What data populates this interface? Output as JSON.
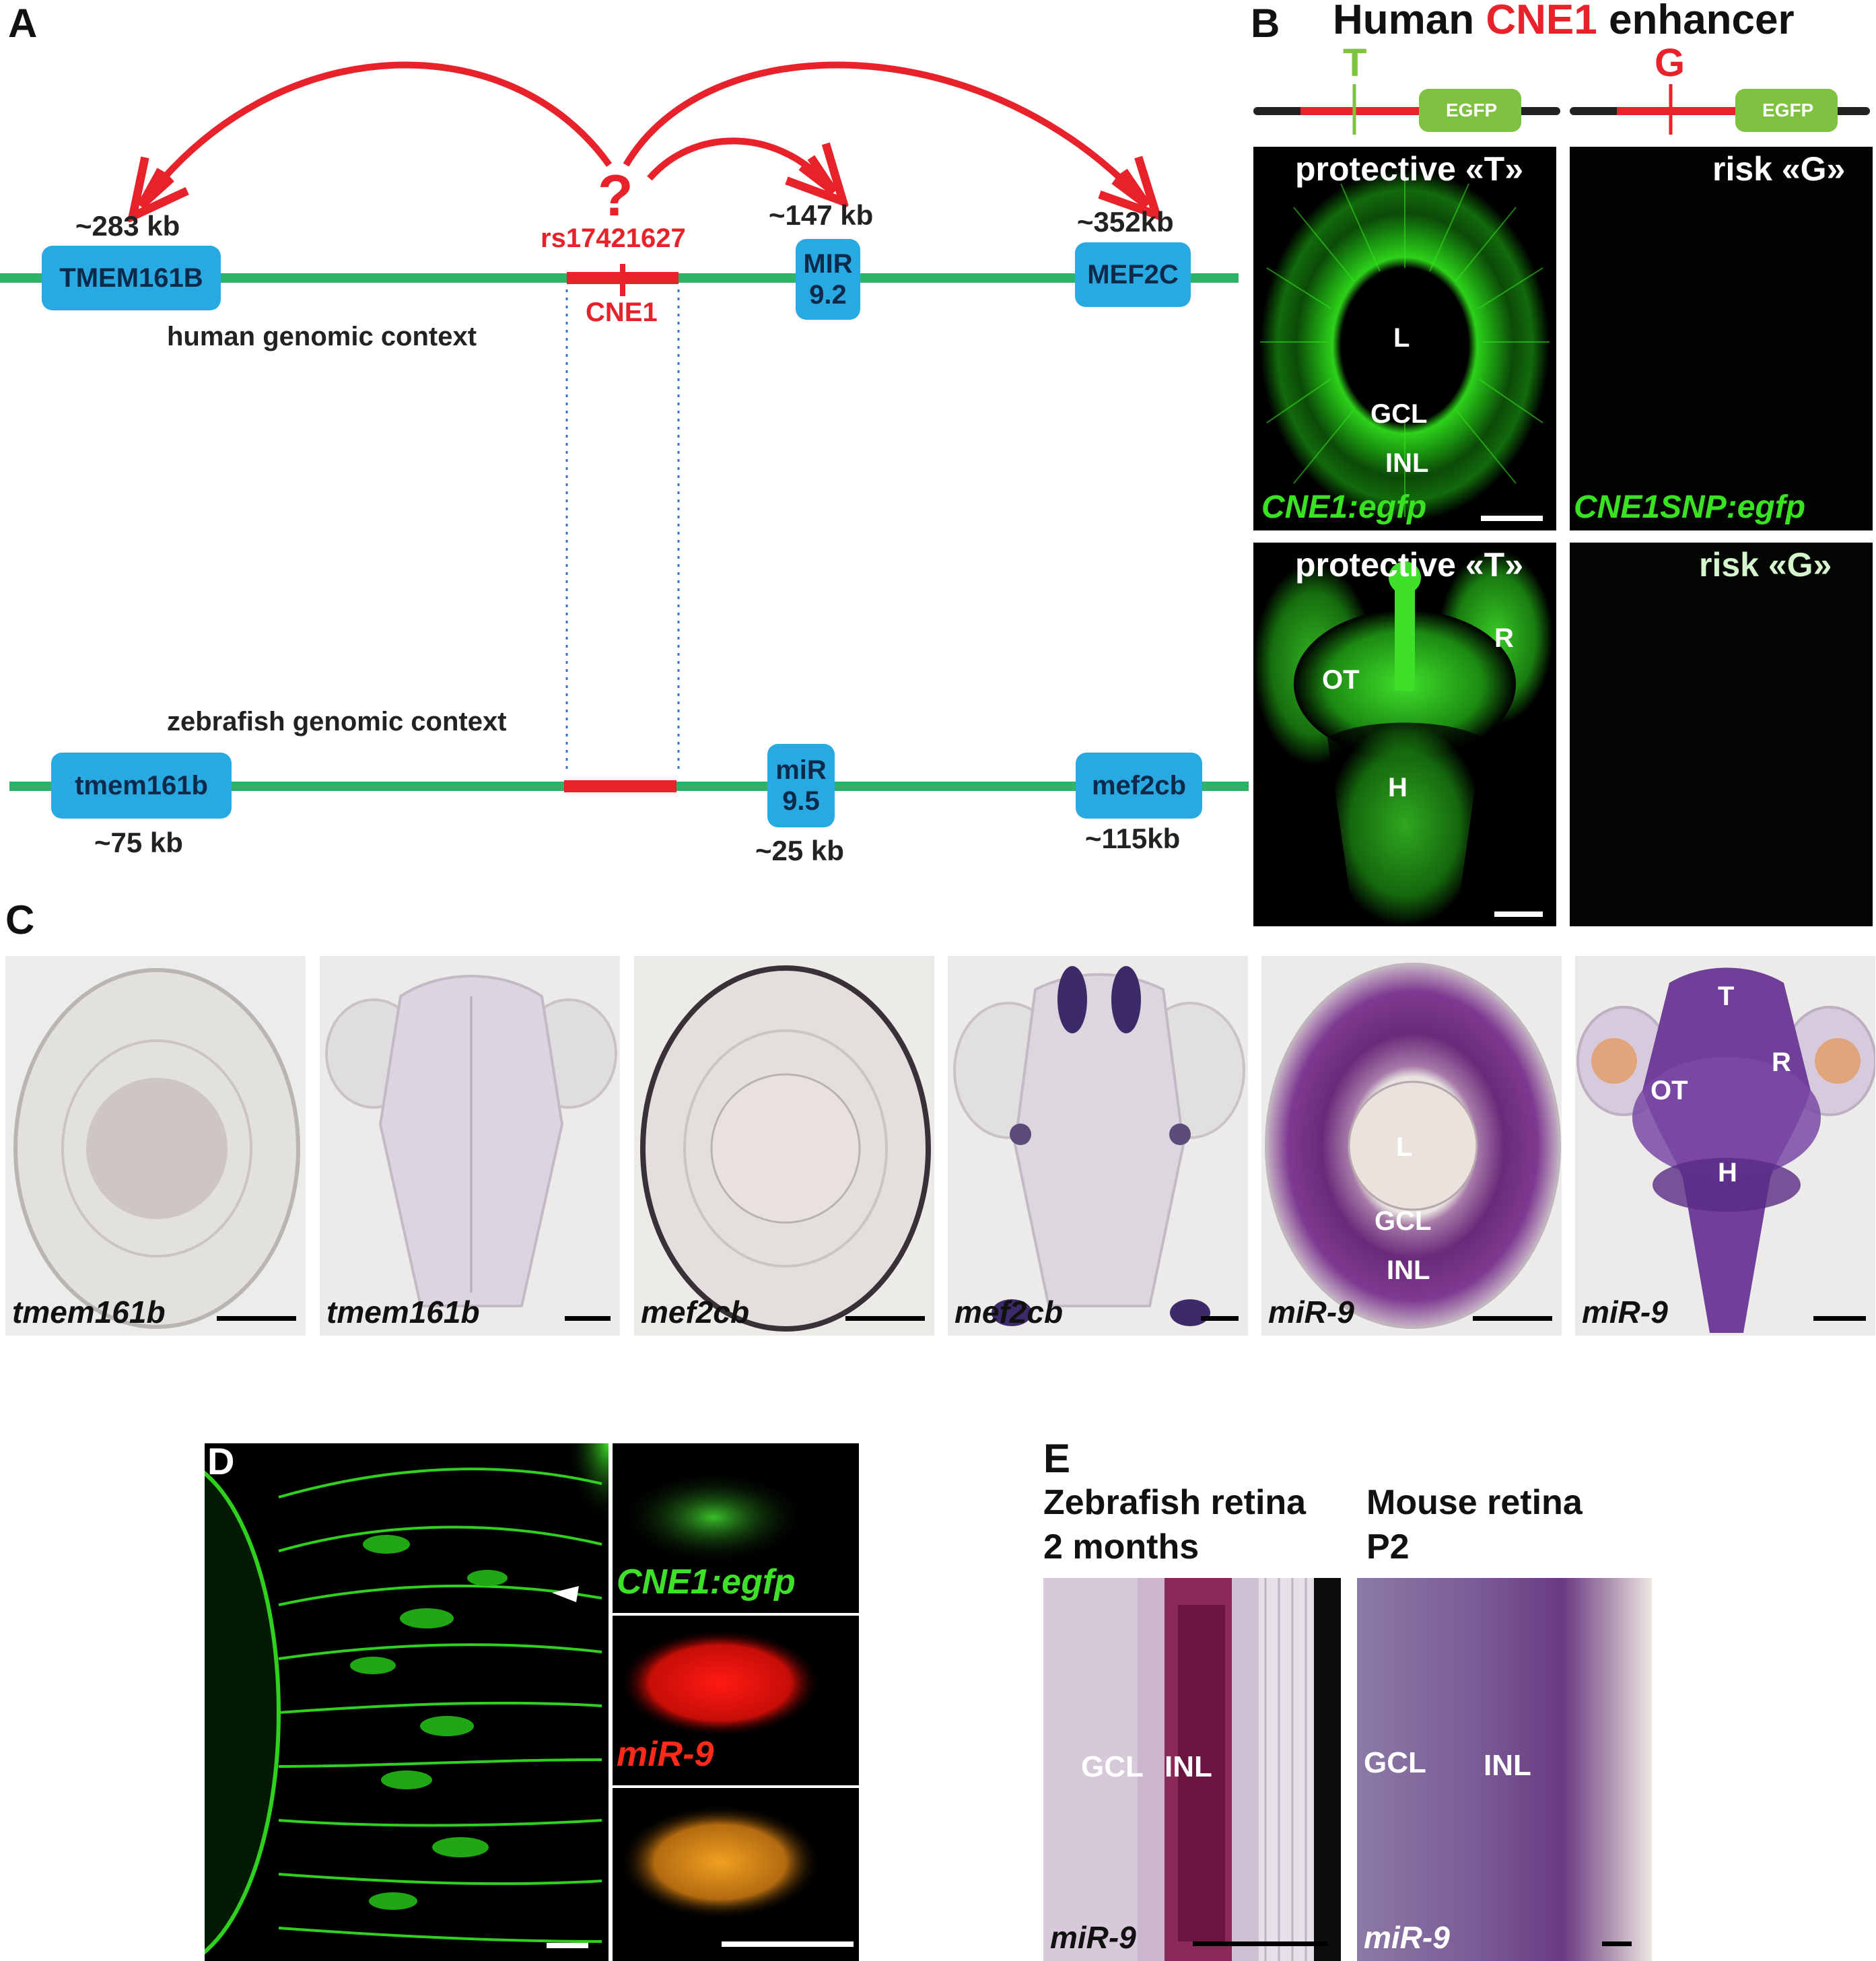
{
  "panelA": {
    "letter": "A",
    "human_context_label": "human genomic context",
    "zebrafish_context_label": "zebrafish genomic context",
    "question_mark": "?",
    "snp": "rs17421627",
    "cne": "CNE1",
    "human_genes": [
      {
        "name": "TMEM161B",
        "distance": "~283 kb"
      },
      {
        "name_line1": "MIR",
        "name_line2": "9.2",
        "distance": "~147 kb"
      },
      {
        "name": "MEF2C",
        "distance": "~352kb"
      }
    ],
    "zebrafish_genes": [
      {
        "name": "tmem161b",
        "distance": "~75 kb"
      },
      {
        "name_line1": "miR",
        "name_line2": "9.5",
        "distance": "~25 kb"
      },
      {
        "name": "mef2cb",
        "distance": "~115kb"
      }
    ],
    "colors": {
      "line": "#2db367",
      "cne": "#e8222a",
      "gene_box": "#29a9e1"
    }
  },
  "panelB": {
    "letter": "B",
    "title_prefix": "Human ",
    "title_highlight": "CNE1",
    "title_suffix": " enhancer",
    "allele_t": "T",
    "allele_g": "G",
    "egfp": "EGFP",
    "protective": "protective «T»",
    "risk": "risk «G»",
    "retina_labels": {
      "L": "L",
      "GCL": "GCL",
      "INL": "INL"
    },
    "transgene_protective": "CNE1:egfp",
    "transgene_risk": "CNE1SNP:egfp",
    "brain_labels": {
      "OT": "OT",
      "R": "R",
      "H": "H"
    }
  },
  "panelC": {
    "letter": "C",
    "captions": [
      "tmem161b",
      "tmem161b",
      "mef2cb",
      "mef2cb",
      "miR-9",
      "miR-9"
    ],
    "retina_labels": {
      "L": "L",
      "GCL": "GCL",
      "INL": "INL"
    },
    "brain_labels": {
      "T": "T",
      "R": "R",
      "OT": "OT",
      "H": "H"
    }
  },
  "panelD": {
    "letter": "D",
    "egfp_label": "CNE1:egfp",
    "mir_label": "miR-9"
  },
  "panelE": {
    "letter": "E",
    "zebrafish_title_line1": "Zebrafish retina",
    "zebrafish_title_line2": "2 months",
    "mouse_title_line1": "Mouse retina",
    "mouse_title_line2": "P2",
    "gcl": "GCL",
    "inl": "INL",
    "caption": "miR-9"
  }
}
